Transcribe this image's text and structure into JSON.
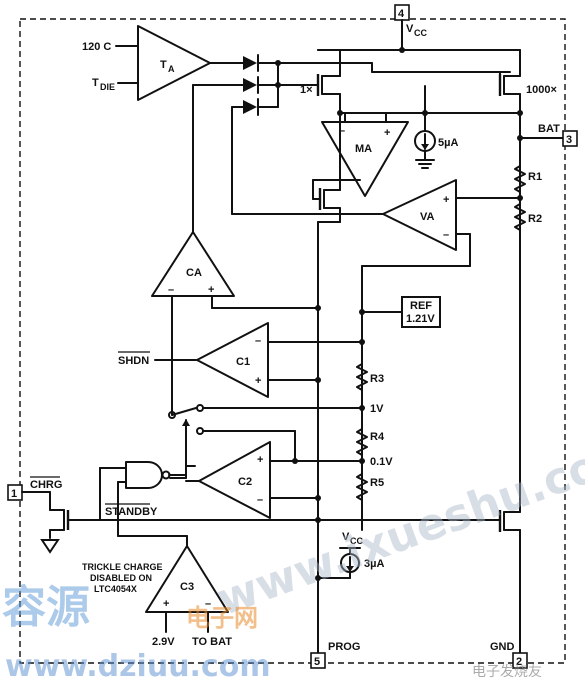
{
  "pins": {
    "vcc": "4",
    "bat": "3",
    "chrg": "1",
    "prog": "5",
    "gnd": "2"
  },
  "labels": {
    "input_120c": "120 C",
    "input_tdie": "T",
    "input_tdie_sub": "DIE",
    "vcc": "V",
    "vcc_sub": "CC",
    "bat": "BAT",
    "chrg": "CHRG",
    "prog": "PROG",
    "gnd": "GND",
    "shdn": "SHDN",
    "standby": "STANDBY",
    "mirror_1x": "1×",
    "mirror_1000x": "1000×",
    "source_5ua": "5µA",
    "source_3ua": "3µA",
    "vcc_lower": "V",
    "vcc_lower_sub": "CC",
    "r1": "R1",
    "r2": "R2",
    "r3": "R3",
    "r4": "R4",
    "r5": "R5",
    "ref_line1": "REF",
    "ref_line2": "1.21V",
    "node_1v": "1V",
    "node_01v": "0.1V",
    "trickle_line1": "TRICKLE CHARGE",
    "trickle_line2": "DISABLED ON",
    "trickle_line3": "LTC4054X",
    "c3_in_29v": "2.9V",
    "c3_in_bat": "TO BAT"
  },
  "blocks": {
    "ta": "T",
    "ta_sub": "A",
    "ma": "MA",
    "va": "VA",
    "ca": "CA",
    "c1": "C1",
    "c2": "C2",
    "c3": "C3"
  },
  "signs": {
    "plus": "+",
    "minus": "–"
  },
  "watermarks": {
    "site_cn": "容源",
    "site_cn2": "电子网",
    "url1": "www.dziuu.com",
    "url2": "www.ixueshu.com",
    "corner": "电子发烧友"
  }
}
